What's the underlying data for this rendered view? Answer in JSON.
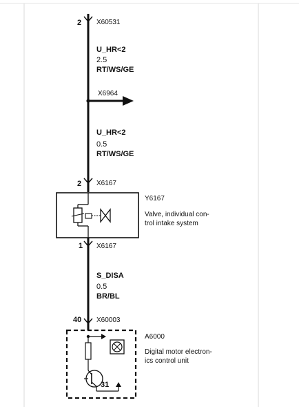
{
  "connectors": {
    "x60531": {
      "pin": "2",
      "id": "X60531"
    },
    "x6964": {
      "id": "X6964"
    },
    "x6167_top": {
      "pin": "2",
      "id": "X6167"
    },
    "x6167_bottom": {
      "pin": "1",
      "id": "X6167"
    },
    "x60003": {
      "pin": "40",
      "id": "X60003"
    }
  },
  "wires": {
    "upper": {
      "signal": "U_HR<2",
      "gauge": "2.5",
      "color": "RT/WS/GE"
    },
    "middle": {
      "signal": "U_HR<2",
      "gauge": "0.5",
      "color": "RT/WS/GE"
    },
    "lower": {
      "signal": "S_DISA",
      "gauge": "0.5",
      "color": "BR/BL"
    }
  },
  "components": {
    "valve": {
      "id": "Y6167",
      "desc_line1": "Valve, individual con-",
      "desc_line2": "trol intake system",
      "icon": "solenoid-valve-icon"
    },
    "dme": {
      "id": "A6000",
      "desc_line1": "Digital motor electron-",
      "desc_line2": "ics control unit",
      "ground_pin": "31",
      "icon": "transistor-icon"
    }
  }
}
